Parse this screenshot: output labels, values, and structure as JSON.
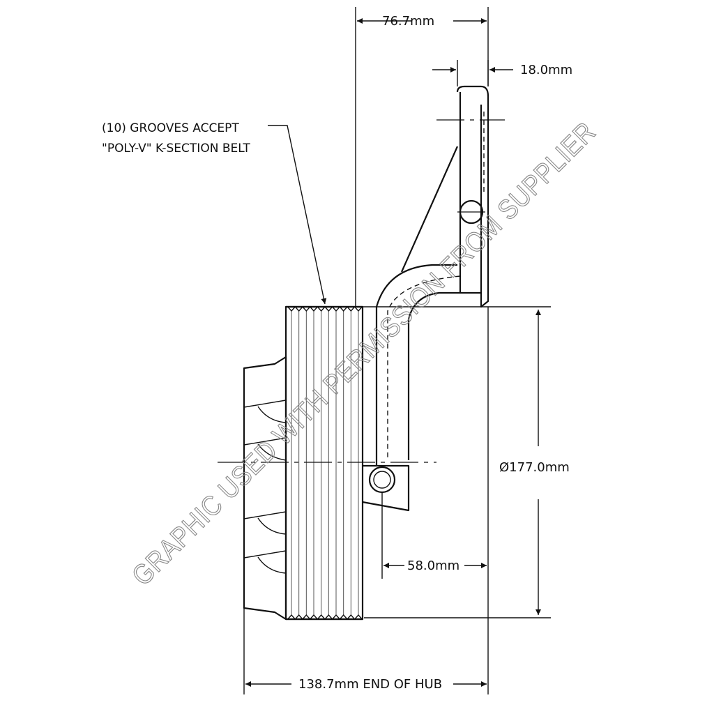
{
  "drawing": {
    "dimensions": {
      "top_width": "76.7mm",
      "arm_thickness": "18.0mm",
      "diameter": "Ø177.0mm",
      "offset": "58.0mm",
      "hub_length": "138.7mm END OF HUB"
    },
    "callout": {
      "line1": "(10) GROOVES ACCEPT",
      "line2": "\"POLY-V\" K-SECTION BELT"
    },
    "watermark": "GRAPHIC USED WITH PERMISSION FROM SUPPLIER",
    "groove_count": 10
  }
}
